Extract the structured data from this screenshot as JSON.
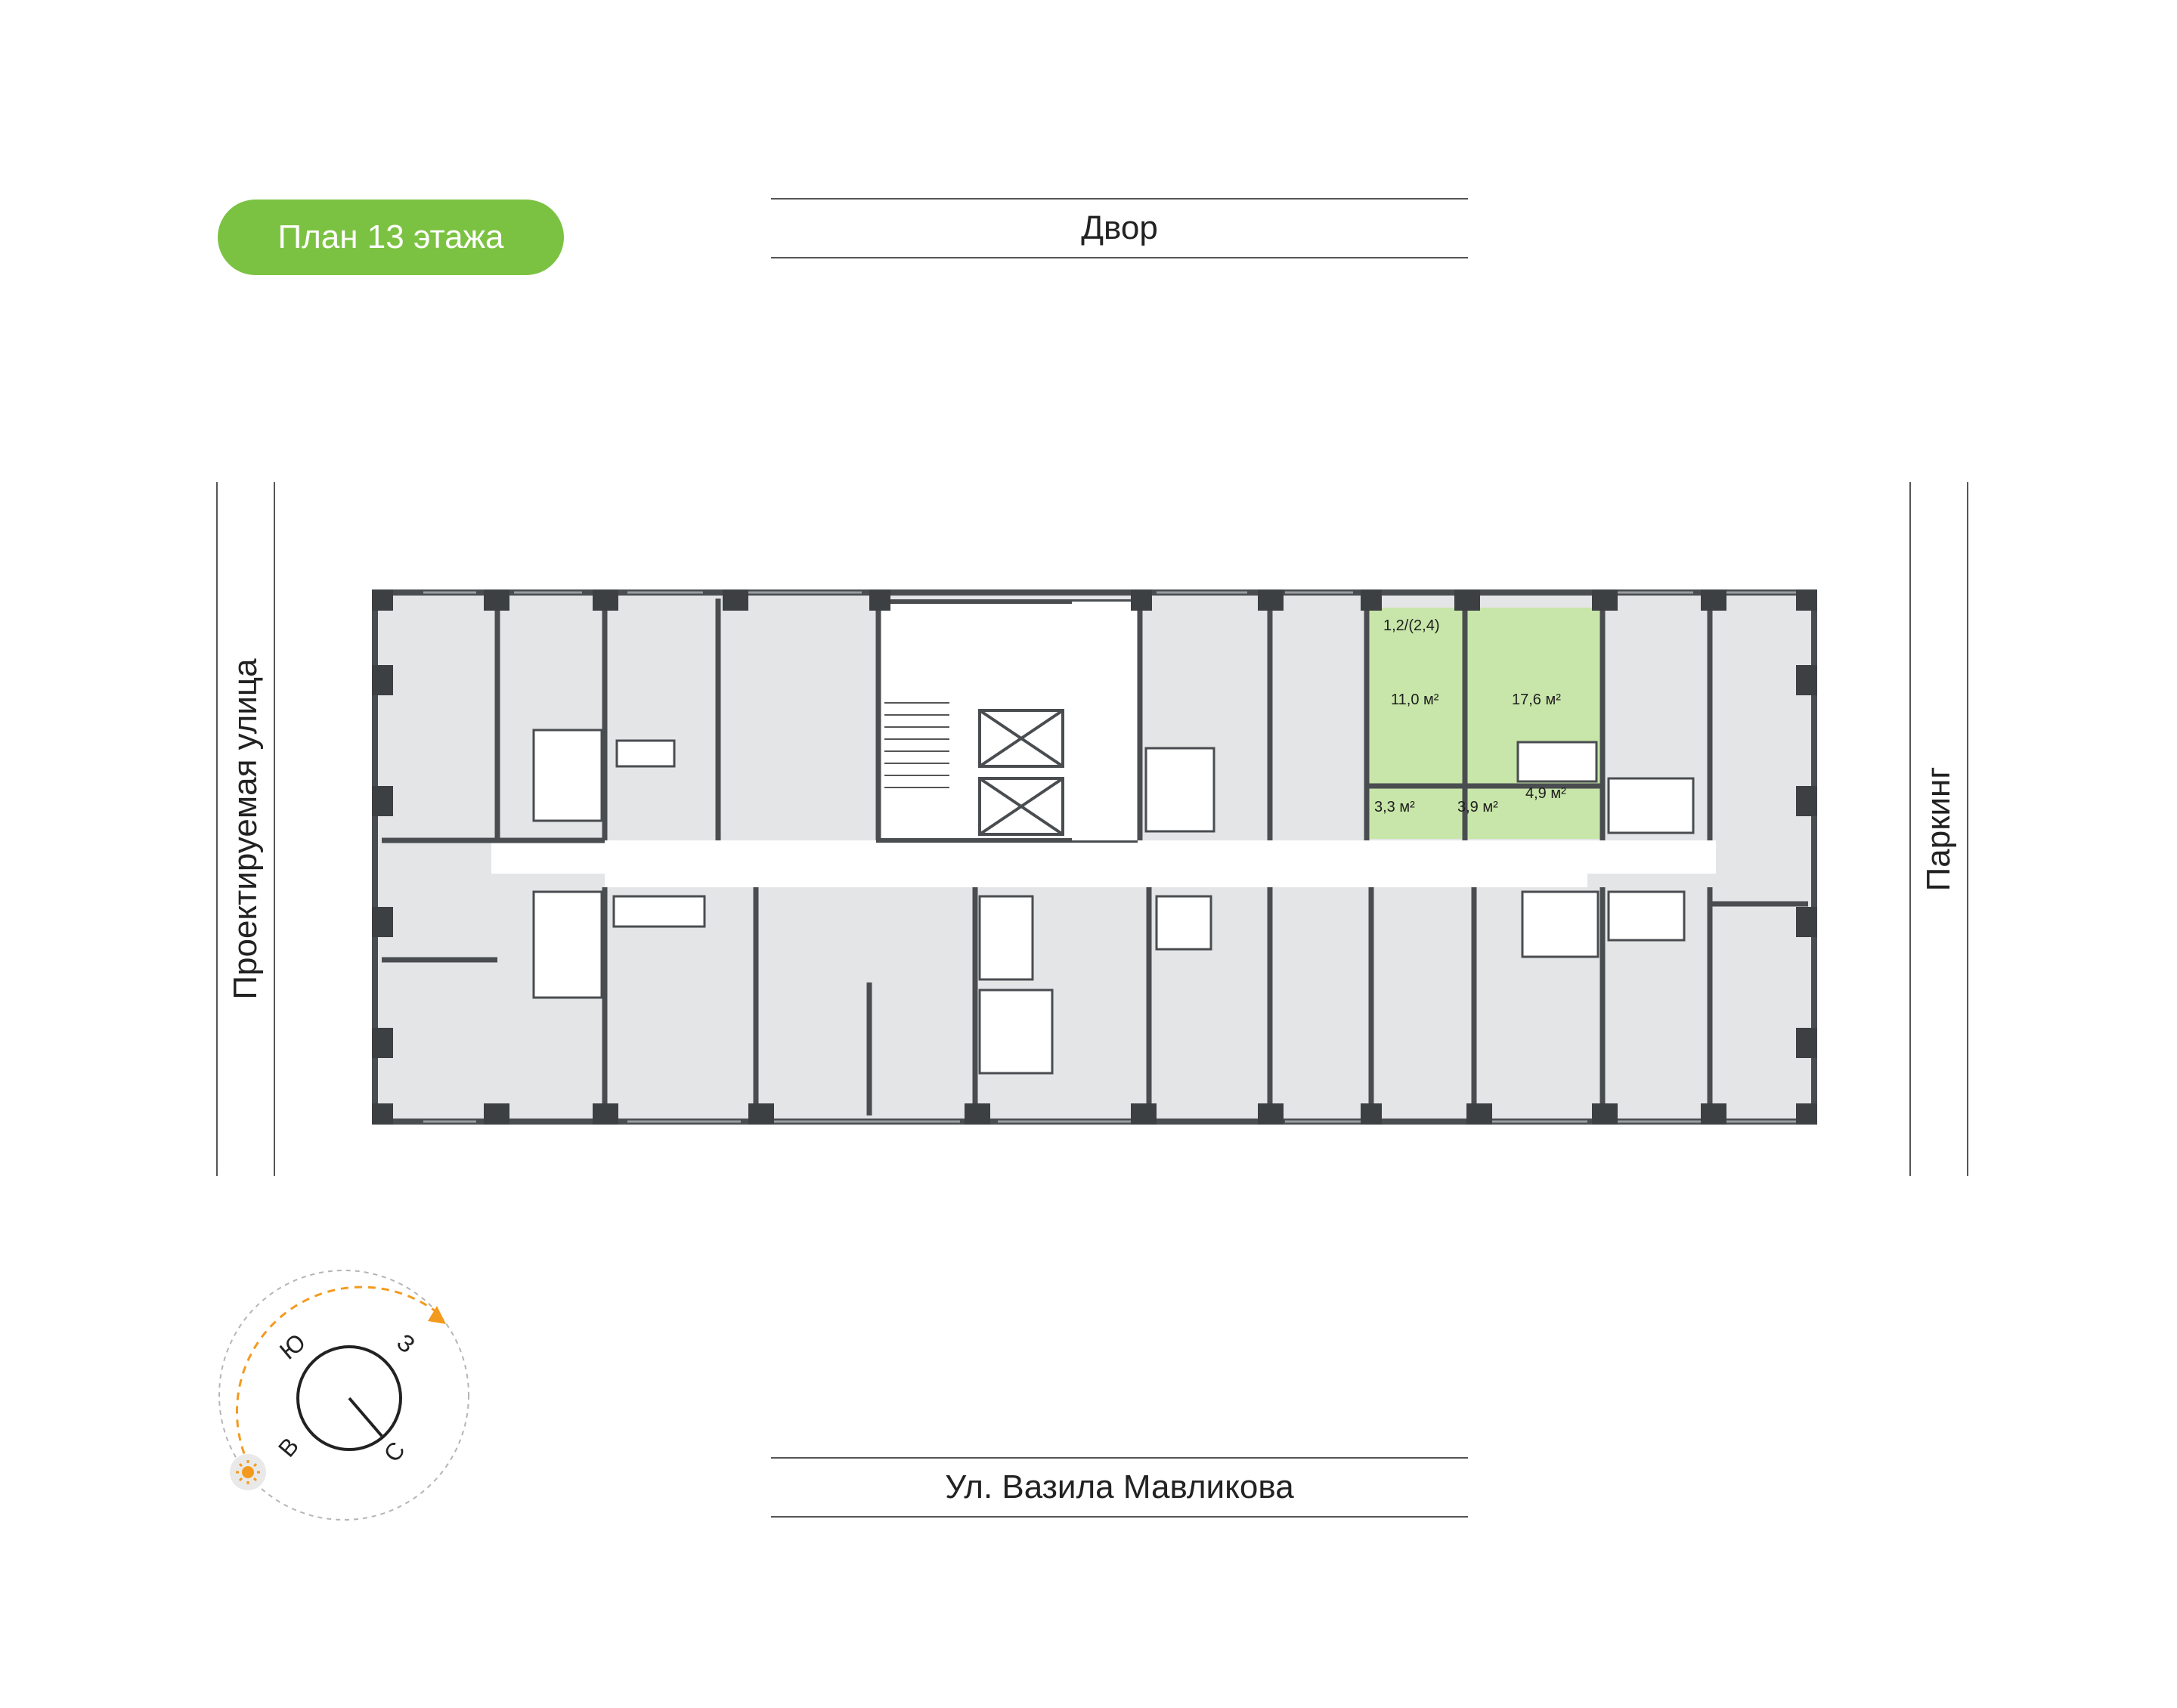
{
  "badge": {
    "label": "План 13 этажа",
    "color": "#7cc242"
  },
  "streets": {
    "top": "Двор",
    "bottom": "Ул. Вазила Мавликова",
    "left": "Проектируемая улица",
    "right": "Паркинг"
  },
  "apartment": {
    "highlight_color": "#c8e6a9",
    "areas": {
      "balcony": "1,2/(2,4)",
      "bedroom": "11,0 м²",
      "living": "17,6 м²",
      "hall": "3,3 м²",
      "corridor": "3,9 м²",
      "bath": "4,9 м²"
    }
  },
  "compass": {
    "labels": {
      "south": "Ю",
      "west": "З",
      "east": "В",
      "north": "С"
    },
    "sun_color": "#f39a1e",
    "icons": [
      "sun-icon",
      "arrow-head-icon"
    ]
  }
}
